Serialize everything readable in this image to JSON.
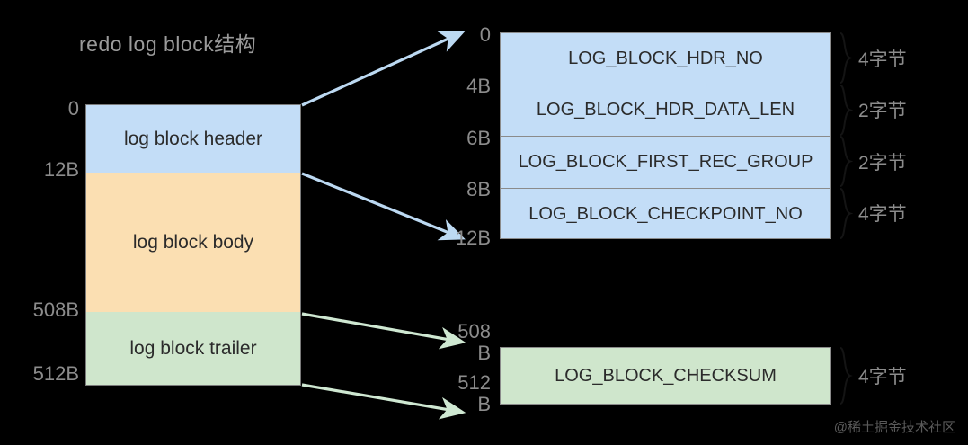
{
  "title": "redo log block结构",
  "left_block": {
    "sections": [
      {
        "label": "log block header",
        "color": "#c3ddf7"
      },
      {
        "label": "log block body",
        "color": "#fbdfb2"
      },
      {
        "label": "log block trailer",
        "color": "#cfe6cc"
      }
    ],
    "offsets": [
      "0",
      "12B",
      "508B",
      "512B"
    ]
  },
  "header_detail": {
    "rows": [
      {
        "name": "LOG_BLOCK_HDR_NO",
        "size": "4字节"
      },
      {
        "name": "LOG_BLOCK_HDR_DATA_LEN",
        "size": "2字节"
      },
      {
        "name": "LOG_BLOCK_FIRST_REC_GROUP",
        "size": "2字节"
      },
      {
        "name": "LOG_BLOCK_CHECKPOINT_NO",
        "size": "4字节"
      }
    ],
    "offsets": [
      "0",
      "4B",
      "6B",
      "8B",
      "12B"
    ],
    "color": "#c3ddf7"
  },
  "trailer_detail": {
    "rows": [
      {
        "name": "LOG_BLOCK_CHECKSUM",
        "size": "4字节"
      }
    ],
    "offsets": [
      "508\nB",
      "512\nB"
    ],
    "offset_start": "508 B",
    "offset_end": "512 B",
    "color": "#cfe6cc"
  },
  "colors": {
    "background": "#000000",
    "header_blue": "#c3ddf7",
    "body_orange": "#fbdfb2",
    "trailer_green": "#cfe6cc",
    "arrow_blue": "#bcd9f2",
    "arrow_green": "#cfe8d2",
    "label_gray": "#8c8c8c",
    "text_dark": "#2b2b2b"
  },
  "watermark": "@稀土掘金技术社区"
}
